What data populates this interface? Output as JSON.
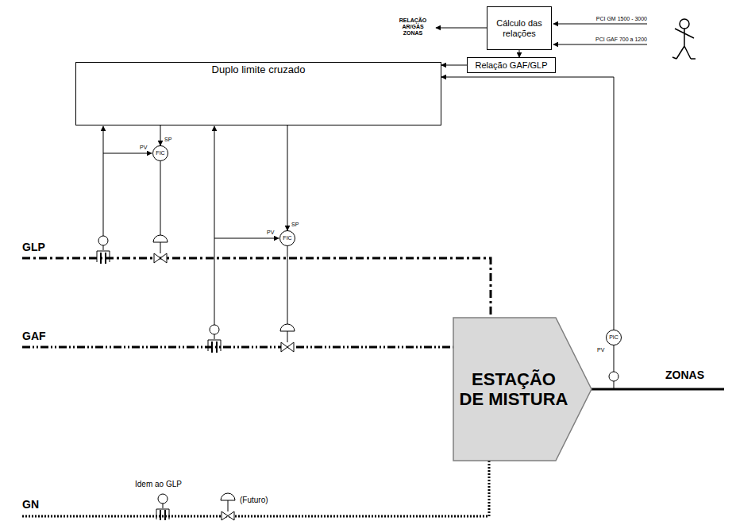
{
  "diagram": {
    "nodes": [
      {
        "text": [
          "Cálculo das relações"
        ]
      },
      {
        "text": [
          "Relação GAF/GLP"
        ]
      },
      {
        "text": [
          "Duplo limite cruzado"
        ]
      },
      {
        "text": [
          "FIC"
        ]
      },
      {
        "text": [
          "FIC"
        ]
      },
      {
        "text": [
          "PIC"
        ]
      },
      {
        "text": [
          "ESTAÇÃO DE MISTURA"
        ]
      }
    ],
    "edges": [
      {
        "from": 0,
        "to": 1,
        "arrow": "to"
      },
      {
        "from": 1,
        "to": 2,
        "arrow": "to"
      },
      {
        "from": 2,
        "to": 3,
        "arrow": "to"
      },
      {
        "from": 2,
        "to": 4,
        "arrow": "to"
      },
      {
        "from": 5,
        "to": 2,
        "arrow": "to"
      }
    ],
    "labels": [
      "RELAÇÃO AR/GÁS ZONAS",
      "PCI GM 1500 - 3000",
      "PCI GAF 700 a 1200",
      "PV",
      "SP",
      "PV",
      "SP",
      "PV",
      "GLP",
      "GAF",
      "GN",
      "ZONAS",
      "Idem ao GLP",
      "(Futuro)"
    ]
  }
}
